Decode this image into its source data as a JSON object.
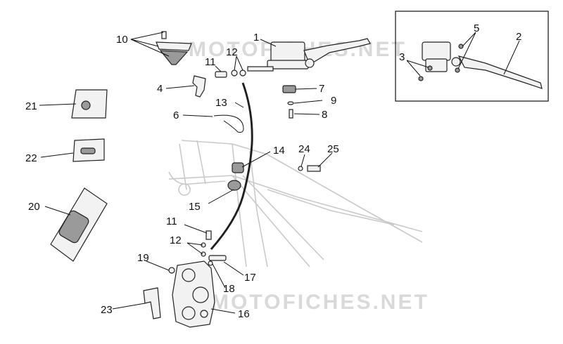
{
  "watermarks": [
    "MOTOFICHES.NET",
    "MOTOFICHES.NET"
  ],
  "callouts": [
    {
      "id": "c1",
      "text": "1"
    },
    {
      "id": "c2",
      "text": "2"
    },
    {
      "id": "c3",
      "text": "3"
    },
    {
      "id": "c4",
      "text": "4"
    },
    {
      "id": "c5",
      "text": "5"
    },
    {
      "id": "c6",
      "text": "6"
    },
    {
      "id": "c7",
      "text": "7"
    },
    {
      "id": "c8",
      "text": "8"
    },
    {
      "id": "c9",
      "text": "9"
    },
    {
      "id": "c10",
      "text": "10"
    },
    {
      "id": "c11a",
      "text": "11"
    },
    {
      "id": "c11b",
      "text": "11"
    },
    {
      "id": "c12a",
      "text": "12"
    },
    {
      "id": "c12b",
      "text": "12"
    },
    {
      "id": "c13",
      "text": "13"
    },
    {
      "id": "c14",
      "text": "14"
    },
    {
      "id": "c15",
      "text": "15"
    },
    {
      "id": "c16",
      "text": "16"
    },
    {
      "id": "c17",
      "text": "17"
    },
    {
      "id": "c18",
      "text": "18"
    },
    {
      "id": "c19",
      "text": "19"
    },
    {
      "id": "c20",
      "text": "20"
    },
    {
      "id": "c21",
      "text": "21"
    },
    {
      "id": "c22",
      "text": "22"
    },
    {
      "id": "c23",
      "text": "23"
    },
    {
      "id": "c24",
      "text": "24"
    },
    {
      "id": "c25",
      "text": "25"
    }
  ]
}
